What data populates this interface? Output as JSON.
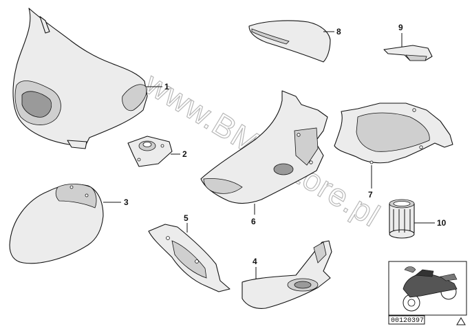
{
  "diagram": {
    "watermark": "www.BMWstore.pl",
    "doc_number": "00120397",
    "callouts": [
      "1",
      "2",
      "3",
      "4",
      "5",
      "6",
      "7",
      "8",
      "9",
      "10"
    ],
    "parts": [
      {
        "id": "1",
        "icon": "front-fairing-icon"
      },
      {
        "id": "2",
        "icon": "ignition-cover-icon"
      },
      {
        "id": "3",
        "icon": "front-mudguard-icon"
      },
      {
        "id": "4",
        "icon": "lower-fairing-icon"
      },
      {
        "id": "5",
        "icon": "side-panel-icon"
      },
      {
        "id": "6",
        "icon": "side-fairing-icon"
      },
      {
        "id": "7",
        "icon": "inner-fairing-icon"
      },
      {
        "id": "8",
        "icon": "cover-panel-icon"
      },
      {
        "id": "9",
        "icon": "bracket-cover-icon"
      },
      {
        "id": "10",
        "icon": "cylinder-sleeve-icon"
      }
    ],
    "thumbnail": {
      "icon": "motorcycle-thumbnail-icon"
    }
  }
}
